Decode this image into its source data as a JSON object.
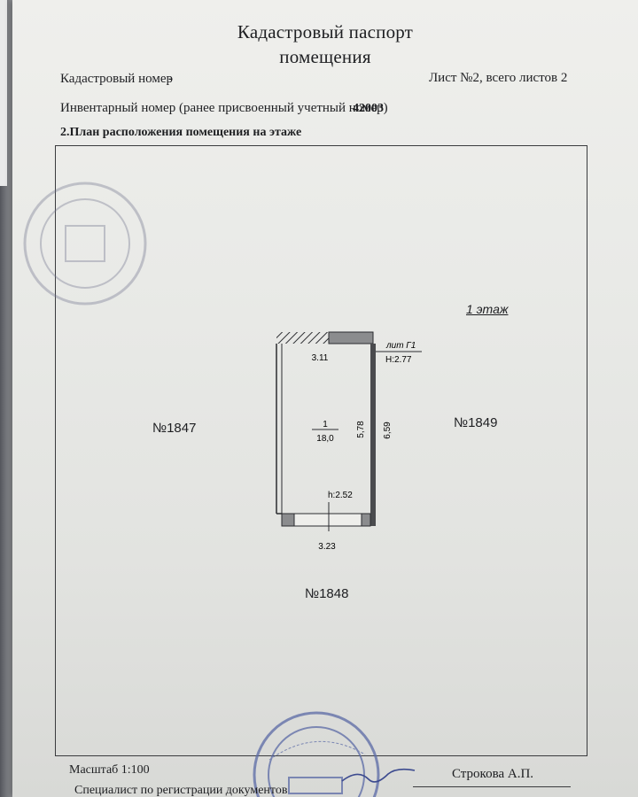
{
  "document": {
    "title_line1": "Кадастровый паспорт",
    "title_line2": "помещения",
    "cadastral_label": "Кадастровый номер",
    "cadastral_value": "-",
    "sheet_info": "Лист №2, всего листов 2",
    "inventory_label": "Инвентарный номер (ранее присвоенный учетный номер)",
    "inventory_value": "42003",
    "section_title": "2.План расположения помещения на этаже",
    "scale": "Масштаб 1:100",
    "specialist_label": "Специалист по регистрации документов",
    "signer_name": "Строкова А.П."
  },
  "plan": {
    "floor_label": "1 этаж",
    "neighbor_left": "№1847",
    "neighbor_right": "№1849",
    "neighbor_bottom": "№1848",
    "lit_label": "лит Г1",
    "lit_height": "H:2.77",
    "top_dim": "3.11",
    "room_number": "1",
    "room_area": "18,0",
    "inner_length": "5,78",
    "outer_length": "6,59",
    "room_height": "h:2.52",
    "bottom_dim": "3.23"
  },
  "colors": {
    "paper": "#ebebe8",
    "ink": "#1e1f22",
    "stamp": "#5b6aa6"
  }
}
